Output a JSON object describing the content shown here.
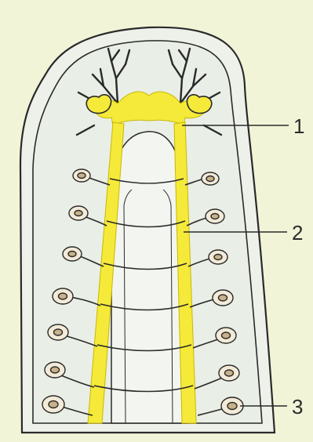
{
  "colors": {
    "background": "#f2f4d8",
    "body_fill": "#e9eee6",
    "outline": "#2a2a2a",
    "nerve_yellow": "#f5ea3a",
    "ganglion_ring": "#c9b28a",
    "gut_fill": "#f3f5f0"
  },
  "labels": [
    {
      "id": "1",
      "text": "1"
    },
    {
      "id": "2",
      "text": "2"
    },
    {
      "id": "3",
      "text": "3"
    }
  ]
}
